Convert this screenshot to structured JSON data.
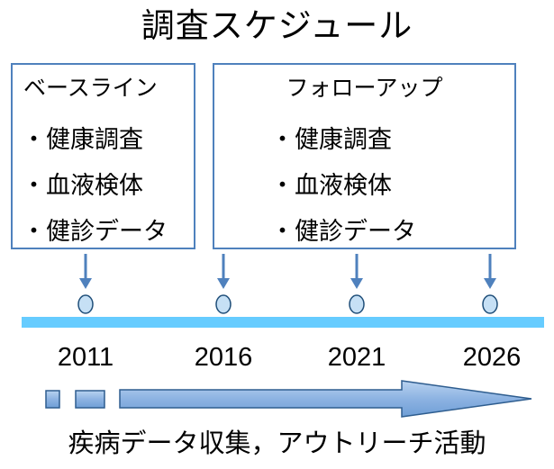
{
  "title": "調査スケジュール",
  "baseline": {
    "heading": "ベースライン",
    "items": [
      "健康調査",
      "血液検体",
      "健診データ"
    ]
  },
  "followup": {
    "heading": "フォローアップ",
    "items": [
      "健康調査",
      "血液検体",
      "健診データ"
    ]
  },
  "timeline": {
    "years": [
      "2011",
      "2016",
      "2021",
      "2026"
    ]
  },
  "activity_label": "疾病データ収集，アウトリーチ活動",
  "colors": {
    "box_border": "#4f81bd",
    "timeline_bar": "#66ccff",
    "arrow": "#4f81bd",
    "marker_fill": "#c6e0f5",
    "marker_stroke": "#1f4e79",
    "band_fill": "#8db3e2",
    "band_stroke": "#2e5d8f"
  }
}
